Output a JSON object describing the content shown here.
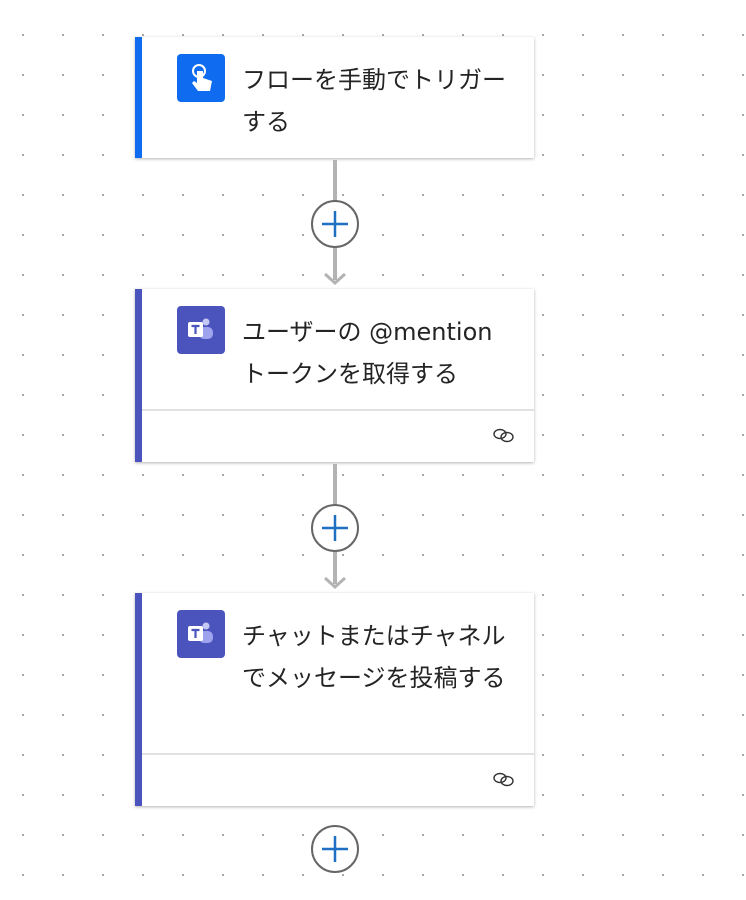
{
  "steps": [
    {
      "title": "フローを手動でトリガーする",
      "icon": "manual-trigger-icon",
      "color": "#0f6cf0"
    },
    {
      "title": "ユーザーの @mention トークンを取得する",
      "icon": "teams-icon",
      "color": "#4b53bc"
    },
    {
      "title": "チャットまたはチャネルでメッセージを投稿する",
      "icon": "teams-icon",
      "color": "#4b53bc"
    }
  ]
}
